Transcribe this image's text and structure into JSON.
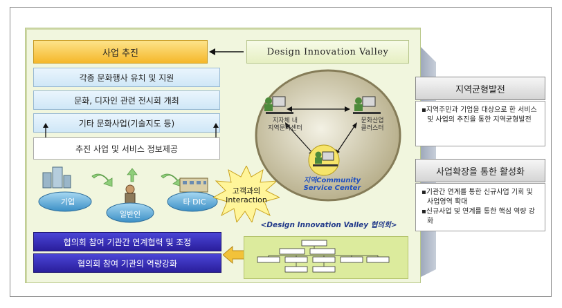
{
  "left": {
    "promotion": "사업 추진",
    "items": [
      "각종 문화행사 유치 및 지원",
      "문화, 디자인 관련 전시회 개최",
      "기타 문화사업(기술지도 등)"
    ],
    "info": "추진 사업 및 서비스 정보제공",
    "stakeholders": {
      "company": "기업",
      "public": "일반인",
      "other_dic": "타 DIC"
    },
    "interaction": [
      "고객과의",
      "Interaction"
    ],
    "bottom": [
      "협의회 참여 기관간 연계협력 및 조정",
      "협의회 참여 기관의 역량강화"
    ]
  },
  "center": {
    "title": "Design Innovation Valley",
    "node_regional_culture": [
      "지자체 내",
      "지역문화센터"
    ],
    "node_cultural_cluster": [
      "문화산업",
      "클러스터"
    ],
    "node_community": [
      "지역Community",
      "Service Center"
    ],
    "caption": "<Design Innovation Valley 협의회>"
  },
  "right": {
    "balanced_title": "지역균형발전",
    "balanced_text": [
      "▪지역주민과 기업을 대상으로 한 서비스 및 사업의 추진을 통한 지역균형발전"
    ],
    "expansion_title": "사업확장을 통한 활성화",
    "expansion_text": [
      "▪기관간 연계를 통한 신규사업 기회 및 사업영역 확대",
      "▪신규사업 및 연계를 통한 핵심 역량 강화"
    ]
  },
  "colors": {
    "orange": "#f5b82a",
    "purple": "#2a1e9c",
    "green_panel": "#dceb9d",
    "ellipse": "#c8c2a3"
  }
}
